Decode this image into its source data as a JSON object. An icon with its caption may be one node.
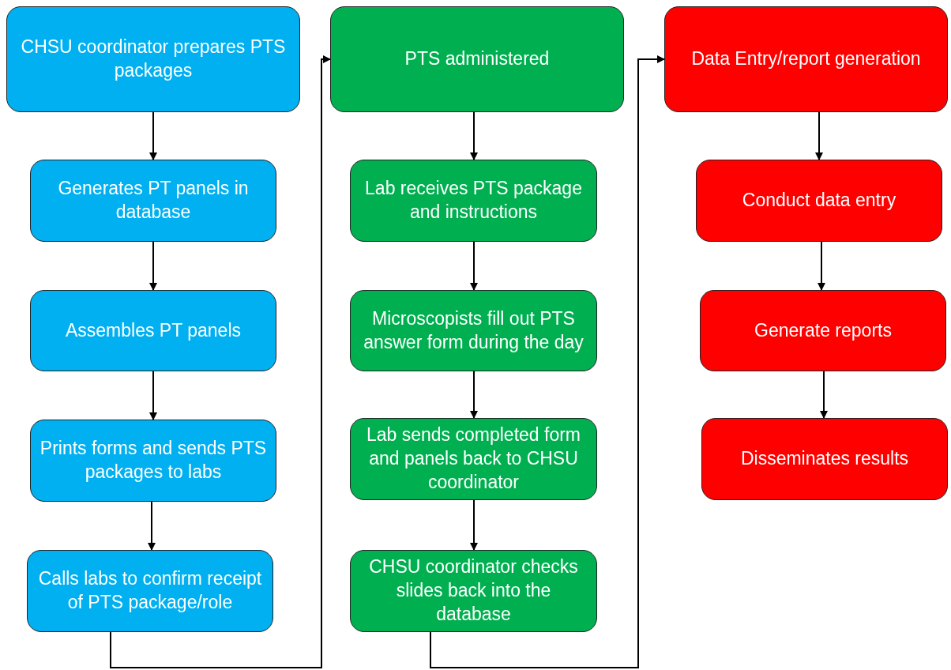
{
  "diagram": {
    "nodes": [
      {
        "text": [
          "CHSU coordinator prepares PTS packages"
        ]
      },
      {
        "text": [
          "Generates PT panels in database"
        ]
      },
      {
        "text": [
          "Assembles PT panels"
        ]
      },
      {
        "text": [
          "Prints forms and sends PTS packages to labs"
        ]
      },
      {
        "text": [
          "Calls labs to confirm receipt of PTS package/role"
        ]
      },
      {
        "text": [
          "PTS administered"
        ]
      },
      {
        "text": [
          "Lab receives PTS package and instructions"
        ]
      },
      {
        "text": [
          "Microscopists fill out PTS answer form during the day"
        ]
      },
      {
        "text": [
          "Lab sends completed form and panels back to CHSU coordinator"
        ]
      },
      {
        "text": [
          "CHSU coordinator checks slides back into the database"
        ]
      },
      {
        "text": [
          "Data Entry/report generation"
        ]
      },
      {
        "text": [
          "Conduct data entry"
        ]
      },
      {
        "text": [
          "Generate reports"
        ]
      },
      {
        "text": [
          "Disseminates results"
        ]
      }
    ],
    "edges": [
      {
        "from": 0,
        "to": 1,
        "arrow": "to"
      },
      {
        "from": 1,
        "to": 2,
        "arrow": "to"
      },
      {
        "from": 2,
        "to": 3,
        "arrow": "to"
      },
      {
        "from": 3,
        "to": 4,
        "arrow": "to"
      },
      {
        "from": 4,
        "to": 5,
        "arrow": "to"
      },
      {
        "from": 5,
        "to": 6,
        "arrow": "to"
      },
      {
        "from": 6,
        "to": 7,
        "arrow": "to"
      },
      {
        "from": 7,
        "to": 8,
        "arrow": "to"
      },
      {
        "from": 8,
        "to": 9,
        "arrow": "to"
      },
      {
        "from": 9,
        "to": 10,
        "arrow": "to"
      },
      {
        "from": 10,
        "to": 11,
        "arrow": "to"
      },
      {
        "from": 11,
        "to": 12,
        "arrow": "to"
      },
      {
        "from": 12,
        "to": 13,
        "arrow": "to"
      }
    ]
  }
}
